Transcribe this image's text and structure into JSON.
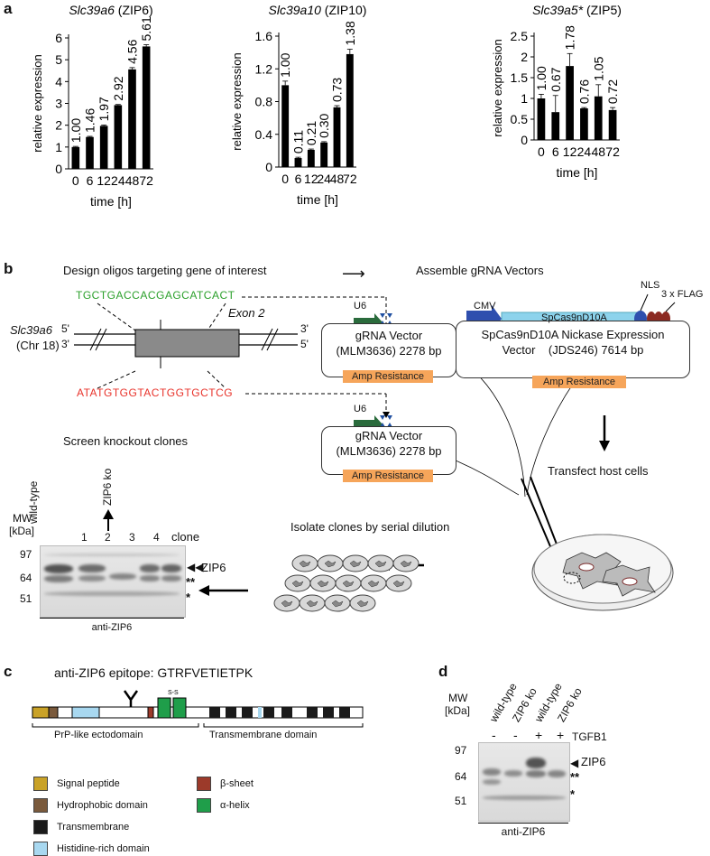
{
  "panels": {
    "a": "a",
    "b": "b",
    "c": "c",
    "d": "d"
  },
  "chart_data": [
    {
      "type": "bar",
      "title_gene": "Slc39a6",
      "title_rest": " (ZIP6)",
      "xlabel": "time [h]",
      "ylabel": "relative expression",
      "categories": [
        "0",
        "6",
        "12",
        "24",
        "48",
        "72"
      ],
      "values": [
        1.0,
        1.46,
        1.97,
        2.92,
        4.56,
        5.61
      ],
      "value_labels": [
        "1.00",
        "1.46",
        "1.97",
        "2.92",
        "4.56",
        "5.61"
      ],
      "errors": [
        0.03,
        0.03,
        0.04,
        0.03,
        0.08,
        0.08
      ],
      "ylim": [
        0,
        6
      ],
      "yticks": [
        "0",
        "1",
        "2",
        "3",
        "4",
        "5",
        "6"
      ],
      "ytick_values": [
        0,
        1,
        2,
        3,
        4,
        5,
        6
      ],
      "color": "#000000"
    },
    {
      "type": "bar",
      "title_gene": "Slc39a10",
      "title_rest": " (ZIP10)",
      "xlabel": "time [h]",
      "ylabel": "relative expression",
      "categories": [
        "0",
        "6",
        "12",
        "24",
        "48",
        "72"
      ],
      "values": [
        1.0,
        0.11,
        0.21,
        0.3,
        0.73,
        1.38
      ],
      "value_labels": [
        "1.00",
        "0.11",
        "0.21",
        "0.30",
        "0.73",
        "1.38"
      ],
      "errors": [
        0.05,
        0.01,
        0.01,
        0.01,
        0.02,
        0.06
      ],
      "ylim": [
        0,
        1.6
      ],
      "yticks": [
        "0",
        "0.4",
        "0.8",
        "1.2",
        "1.6"
      ],
      "ytick_values": [
        0,
        0.4,
        0.8,
        1.2,
        1.6
      ],
      "color": "#000000"
    },
    {
      "type": "bar",
      "title_gene": "Slc39a5*",
      "title_rest": " (ZIP5)",
      "xlabel": "time [h]",
      "ylabel": "relative expression",
      "categories": [
        "0",
        "6",
        "12",
        "24",
        "48",
        "72"
      ],
      "values": [
        1.0,
        0.67,
        1.78,
        0.76,
        1.05,
        0.72
      ],
      "value_labels": [
        "1.00",
        "0.67",
        "1.78",
        "0.76",
        "1.05",
        "0.72"
      ],
      "errors": [
        0.1,
        0.4,
        0.3,
        0.02,
        0.28,
        0.06
      ],
      "ylim": [
        0,
        2.5
      ],
      "yticks": [
        "0",
        "0.5",
        "1",
        "1.5",
        "2",
        "2.5"
      ],
      "ytick_values": [
        0,
        0.5,
        1,
        1.5,
        2,
        2.5
      ],
      "color": "#000000"
    }
  ],
  "b": {
    "design_title": "Design oligos targeting gene of interest",
    "assemble_title": "Assemble gRNA Vectors",
    "oligo_top": "TGCTGACCACGAGCATCACT",
    "oligo_bottom": "ATATGTGGTACTGGTGCTCG",
    "oligo_top_color": "#2ca02c",
    "oligo_bottom_color": "#e8322a",
    "gene_name": "Slc39a6",
    "chrom": "(Chr 18)",
    "exon": "Exon 2",
    "five_prime": "5'",
    "three_prime": "3'",
    "u6": "U6",
    "cmv": "CMV",
    "cas9": "SpCas9nD10A",
    "nls": "NLS",
    "flag": "3 x FLAG",
    "grna_vector_line1": "gRNA Vector",
    "grna_vector_line2": "(MLM3636) 2278 bp",
    "nickase_line1": "SpCas9nD10A Nickase Expression",
    "nickase_line2": "Vector    (JDS246) 7614 bp",
    "amp": "Amp Resistance",
    "transfect": "Transfect host cells",
    "isolate": "Isolate clones by serial dilution",
    "screen": "Screen knockout clones",
    "mw": "MW",
    "kda": "[kDa]",
    "wild_type": "wild-type",
    "zip6_ko": "ZIP6 ko",
    "lanes": [
      "1",
      "2",
      "3",
      "4"
    ],
    "clone": "clone",
    "markers": [
      "97",
      "64",
      "51"
    ],
    "zip6": "ZIP6",
    "double_star": "**",
    "star": "*",
    "antibody": "anti-ZIP6"
  },
  "c": {
    "epitope": "anti-ZIP6 epitope: GTRFVETIETPK",
    "ecto": "PrP-like ectodomain",
    "tm_domain": "Transmembrane domain",
    "ss": "S-S",
    "legend": [
      {
        "label": "Signal peptide",
        "color": "#c9a227"
      },
      {
        "label": "Hydrophobic domain",
        "color": "#7a5a3c"
      },
      {
        "label": "Transmembrane",
        "color": "#1a1a1a"
      },
      {
        "label": "Histidine-rich domain",
        "color": "#a8d8f0"
      },
      {
        "label": "β-sheet",
        "color": "#9c3a2a"
      },
      {
        "label": "α-helix",
        "color": "#1f9e4a"
      }
    ]
  },
  "d": {
    "mw": "MW",
    "kda": "[kDa]",
    "lanes": [
      "wild-type",
      "ZIP6 ko",
      "wild-type",
      "ZIP6 ko"
    ],
    "tgfb_signs": [
      "-",
      "-",
      "+",
      "+"
    ],
    "tgfb": "TGFB1",
    "markers": [
      "97",
      "64",
      "51"
    ],
    "zip6": "ZIP6",
    "double_star": "**",
    "star": "*",
    "antibody": "anti-ZIP6"
  }
}
